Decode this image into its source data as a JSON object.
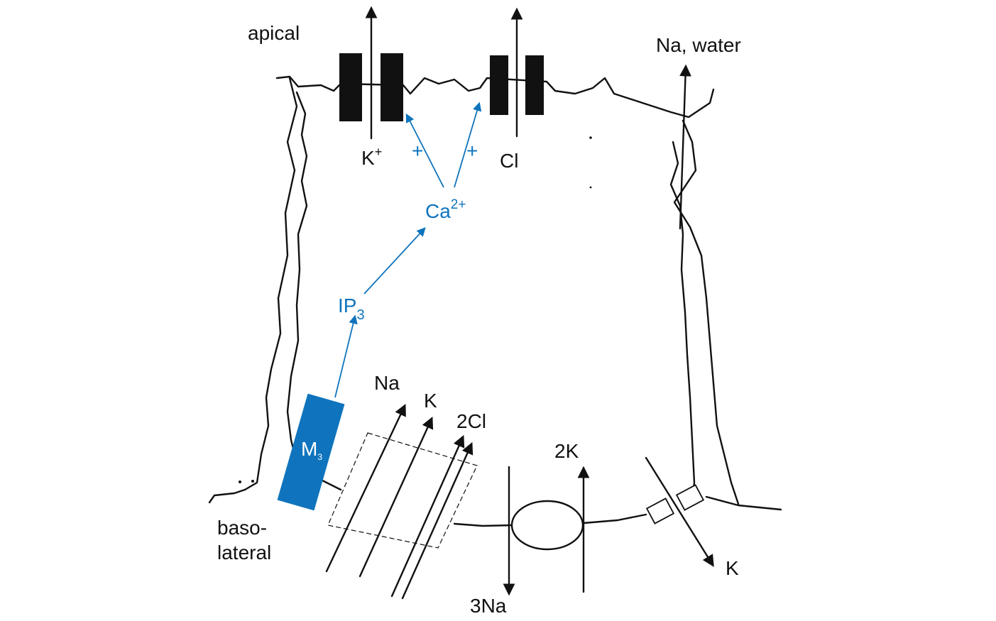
{
  "labels": {
    "apical": "apical",
    "basolateral_1": "baso-",
    "basolateral_2": "lateral",
    "na_water": "Na, water",
    "k_plus_base": "K",
    "k_plus_sup": "+",
    "cl_apical": "Cl",
    "plus_left": "+",
    "plus_right": "+",
    "ca_base": "Ca",
    "ca_sup": "2+",
    "ip3_base": "IP",
    "ip3_sub": "3",
    "m3_base": "M",
    "m3_sub": "3",
    "na_cotransport": "Na",
    "k_cotransport": "K",
    "cl_cotransport": "2Cl",
    "pump_2k": "2K",
    "pump_3na": "3Na",
    "k_channel_basal": "K"
  },
  "colors": {
    "signal_blue": "#0f74bd",
    "ink": "#111111"
  }
}
